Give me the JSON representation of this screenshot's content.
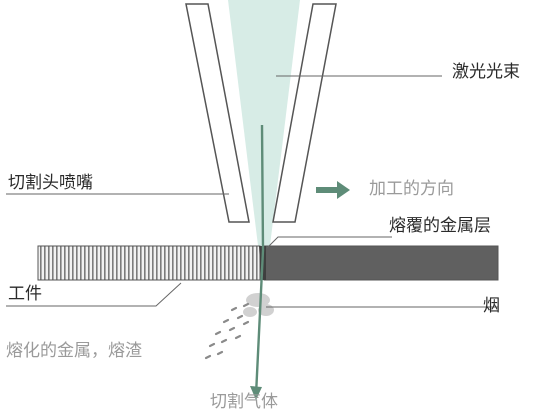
{
  "labels": {
    "laser_beam": "激光光束",
    "nozzle": "切割头喷嘴",
    "direction": "加工的方向",
    "clad_layer": "熔覆的金属层",
    "workpiece": "工件",
    "smoke": "烟",
    "molten": "熔化的金属，熔渣",
    "gas": "切割气体"
  },
  "colors": {
    "beam": "#d7ece6",
    "arrow": "#5e8c78",
    "nozzle_outline": "#555555",
    "nozzle_fill": "#ffffff",
    "clad_fill": "#606060",
    "line": "#666666"
  },
  "icons": {
    "direction_arrow": "arrow-right-icon"
  }
}
